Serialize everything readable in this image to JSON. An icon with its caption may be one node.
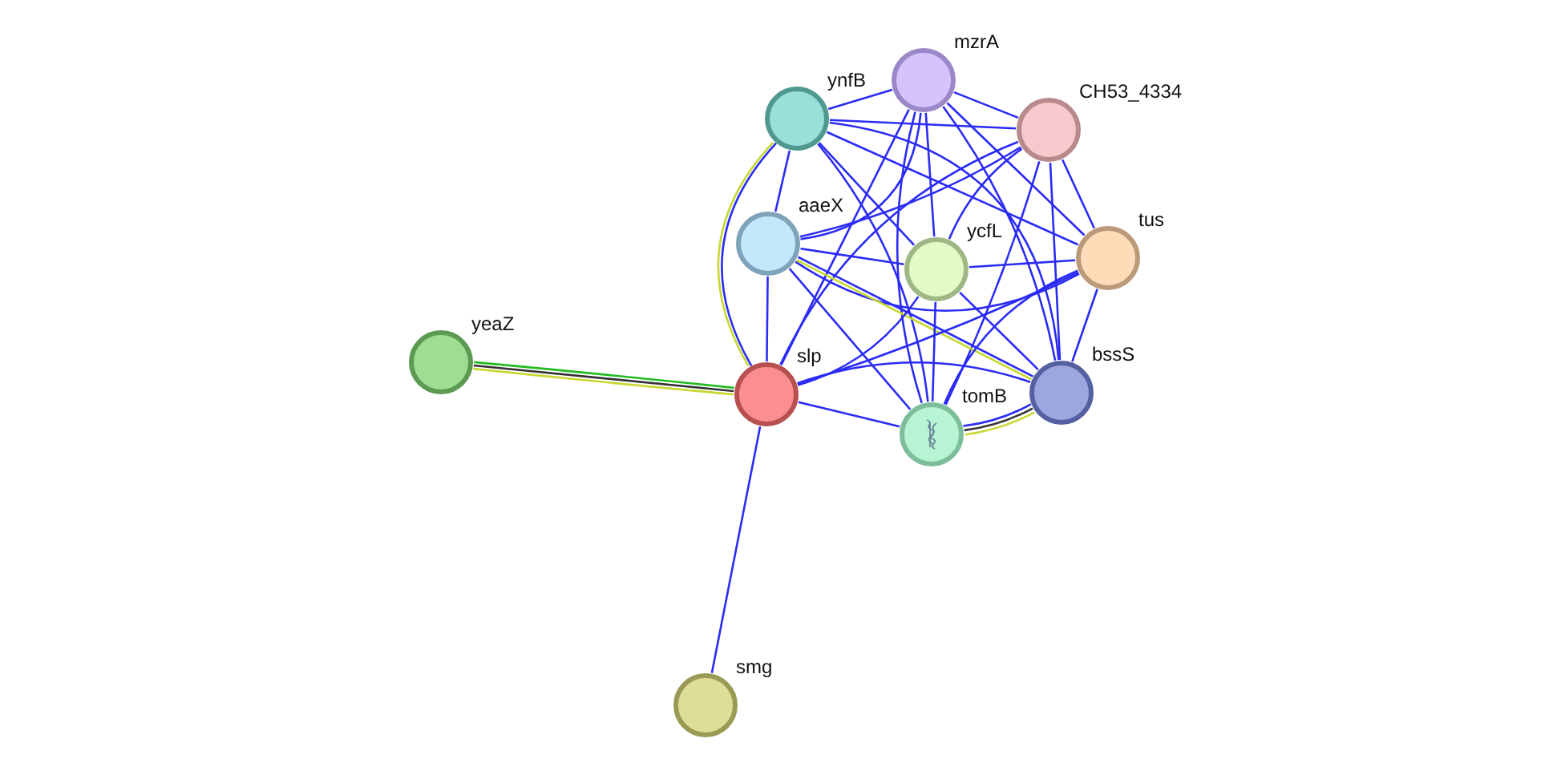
{
  "diagram": {
    "nodes": [
      {
        "text": [
          "mzrA"
        ]
      },
      {
        "text": [
          "ynfB"
        ]
      },
      {
        "text": [
          "CH53_4334"
        ]
      },
      {
        "text": [
          "aaeX"
        ]
      },
      {
        "text": [
          "ycfL"
        ]
      },
      {
        "text": [
          "tus"
        ]
      },
      {
        "text": [
          "yeaZ"
        ]
      },
      {
        "text": [
          "slp"
        ]
      },
      {
        "text": [
          "bssS"
        ]
      },
      {
        "text": [
          "tomB"
        ]
      },
      {
        "text": [
          "smg"
        ]
      }
    ],
    "edges": [
      {
        "from": 0,
        "to": 1,
        "arrow": "none"
      },
      {
        "from": 0,
        "to": 2,
        "arrow": "none"
      },
      {
        "from": 0,
        "to": 3,
        "arrow": "none"
      },
      {
        "from": 0,
        "to": 4,
        "arrow": "none"
      },
      {
        "from": 0,
        "to": 5,
        "arrow": "none"
      },
      {
        "from": 0,
        "to": 7,
        "arrow": "none"
      },
      {
        "from": 0,
        "to": 8,
        "arrow": "none"
      },
      {
        "from": 0,
        "to": 9,
        "arrow": "none"
      },
      {
        "from": 1,
        "to": 2,
        "arrow": "none"
      },
      {
        "from": 1,
        "to": 3,
        "arrow": "none"
      },
      {
        "from": 1,
        "to": 4,
        "arrow": "none"
      },
      {
        "from": 1,
        "to": 5,
        "arrow": "none"
      },
      {
        "from": 1,
        "to": 7,
        "arrow": "none"
      },
      {
        "from": 1,
        "to": 7,
        "arrow": "none",
        "color": "#c8d832"
      },
      {
        "from": 1,
        "to": 8,
        "arrow": "none"
      },
      {
        "from": 1,
        "to": 9,
        "arrow": "none"
      },
      {
        "from": 2,
        "to": 3,
        "arrow": "none"
      },
      {
        "from": 2,
        "to": 4,
        "arrow": "none"
      },
      {
        "from": 2,
        "to": 5,
        "arrow": "none"
      },
      {
        "from": 2,
        "to": 7,
        "arrow": "none"
      },
      {
        "from": 2,
        "to": 8,
        "arrow": "none"
      },
      {
        "from": 2,
        "to": 9,
        "arrow": "none"
      },
      {
        "from": 3,
        "to": 4,
        "arrow": "none"
      },
      {
        "from": 3,
        "to": 5,
        "arrow": "none"
      },
      {
        "from": 3,
        "to": 7,
        "arrow": "none"
      },
      {
        "from": 3,
        "to": 8,
        "arrow": "none"
      },
      {
        "from": 3,
        "to": 8,
        "arrow": "none",
        "color": "#c8d832"
      },
      {
        "from": 3,
        "to": 9,
        "arrow": "none"
      },
      {
        "from": 4,
        "to": 5,
        "arrow": "none"
      },
      {
        "from": 4,
        "to": 7,
        "arrow": "none"
      },
      {
        "from": 4,
        "to": 8,
        "arrow": "none"
      },
      {
        "from": 4,
        "to": 9,
        "arrow": "none"
      },
      {
        "from": 5,
        "to": 7,
        "arrow": "none"
      },
      {
        "from": 5,
        "to": 8,
        "arrow": "none"
      },
      {
        "from": 5,
        "to": 9,
        "arrow": "none"
      },
      {
        "from": 7,
        "to": 8,
        "arrow": "none"
      },
      {
        "from": 7,
        "to": 9,
        "arrow": "none"
      },
      {
        "from": 8,
        "to": 9,
        "arrow": "none",
        "color": "#c8d832"
      },
      {
        "from": 8,
        "to": 9,
        "arrow": "none",
        "color": "#333333"
      },
      {
        "from": 8,
        "to": 9,
        "arrow": "none"
      },
      {
        "from": 6,
        "to": 7,
        "arrow": "none",
        "color": "#22bb22"
      },
      {
        "from": 6,
        "to": 7,
        "arrow": "none",
        "color": "#333333"
      },
      {
        "from": 6,
        "to": 7,
        "arrow": "none",
        "color": "#c8d832"
      },
      {
        "from": 7,
        "to": 10,
        "arrow": "none"
      }
    ]
  }
}
